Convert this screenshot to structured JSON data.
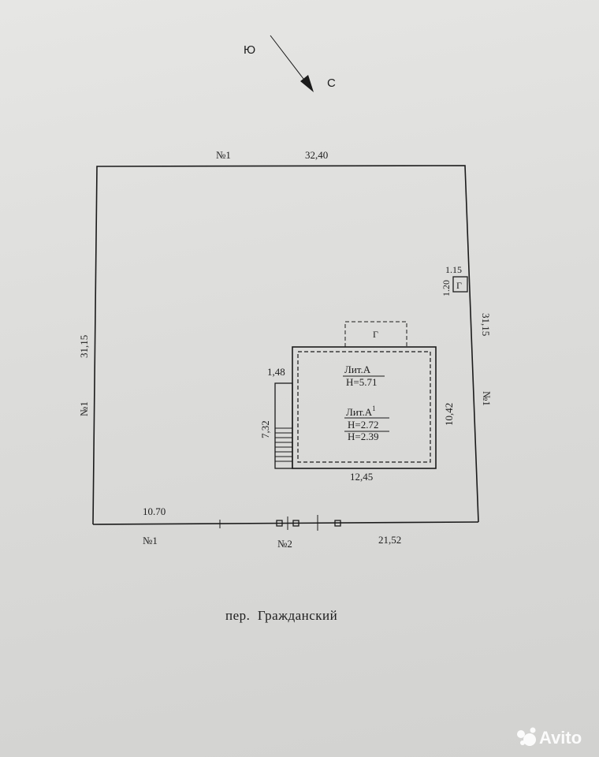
{
  "compass": {
    "south": "Ю",
    "north": "С"
  },
  "plot": {
    "top_neighbor": "№1",
    "top_length": "32,40",
    "left_length": "31,15",
    "left_neighbor": "№1",
    "right_length": "31,15",
    "right_neighbor": "№1",
    "bottom_left_length": "10.70",
    "bottom_left_neighbor": "№1",
    "bottom_gate": "№2",
    "bottom_right_length": "21,52"
  },
  "small_building": {
    "width": "1.15",
    "height": "1.20",
    "label": "Г"
  },
  "garage": {
    "label": "Г"
  },
  "house": {
    "lit_a": "Лит.А",
    "lit_a_h": "Н=5.71",
    "lit_a1": "Лит.А",
    "lit_a1_sup": "1",
    "lit_a1_h1": "Н=2.72",
    "lit_a1_h2": "Н=2.39",
    "width": "12,45",
    "depth": "10,42"
  },
  "porch": {
    "width": "1,48",
    "length": "7,32"
  },
  "street": "пер.  Гражданский",
  "watermark": "Avito"
}
